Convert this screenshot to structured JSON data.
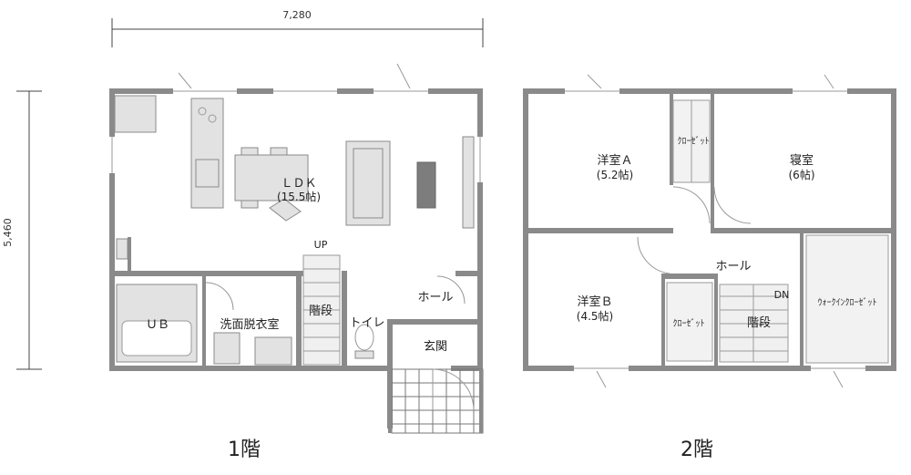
{
  "dimensions": {
    "width": "7,280",
    "height": "5,460"
  },
  "floor1": {
    "label": "1階",
    "rooms": {
      "ldk_name": "ＬＤＫ",
      "ldk_area": "(15.5帖)",
      "ub": "ＵＢ",
      "washroom": "洗面脱衣室",
      "stairs": "階段",
      "toilet": "トイレ",
      "hall": "ホール",
      "entrance": "玄関",
      "up": "UP"
    }
  },
  "floor2": {
    "label": "2階",
    "rooms": {
      "room_a_name": "洋室Ａ",
      "room_a_area": "(5.2帖)",
      "closet_a": "ｸﾛｰｾﾞｯﾄ",
      "bedroom_name": "寝室",
      "bedroom_area": "(6帖)",
      "hall": "ホール",
      "room_b_name": "洋室Ｂ",
      "room_b_area": "(4.5帖)",
      "closet_b": "ｸﾛｰｾﾞｯﾄ",
      "stairs": "階段",
      "dn": "DN",
      "walkin": "ｳｫｰｸｲﾝｸﾛｰｾﾞｯﾄ"
    }
  }
}
